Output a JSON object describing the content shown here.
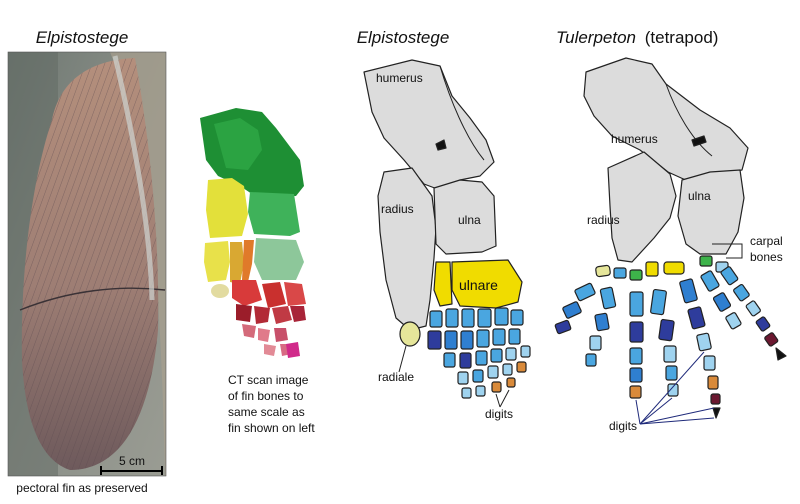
{
  "titles": {
    "photo": "Elpistostege",
    "elpisto_diagram": "Elpistostege",
    "tulerpeton_name": "Tulerpeton",
    "tulerpeton_note": "(tetrapod)"
  },
  "photo": {
    "scale_label": "5 cm",
    "caption": "pectoral fin as preserved"
  },
  "ct": {
    "caption_lines": [
      "CT scan image",
      "of fin bones to",
      "same scale as",
      "fin  shown on left"
    ]
  },
  "elpisto_labels": {
    "humerus": "humerus",
    "radius": "radius",
    "ulna": "ulna",
    "ulnare": "ulnare",
    "radiale": "radiale",
    "digits": "digits"
  },
  "tulerpeton_labels": {
    "humerus": "humerus",
    "radius": "radius",
    "ulna": "ulna",
    "carpal_line1": "carpal",
    "carpal_line2": "bones",
    "digits": "digits"
  },
  "colors": {
    "bone_gray": "#dcdcdc",
    "ulnare_yellow": "#f0dc00",
    "radiale_yellow": "#e6e69a",
    "light_blue": "#4aa6e0",
    "mid_blue": "#2f7fd0",
    "dark_blue": "#2e3c9c",
    "pale_blue": "#9fd3ef",
    "orange": "#d98a3a",
    "green": "#3db34a",
    "maroon": "#6b1830"
  }
}
